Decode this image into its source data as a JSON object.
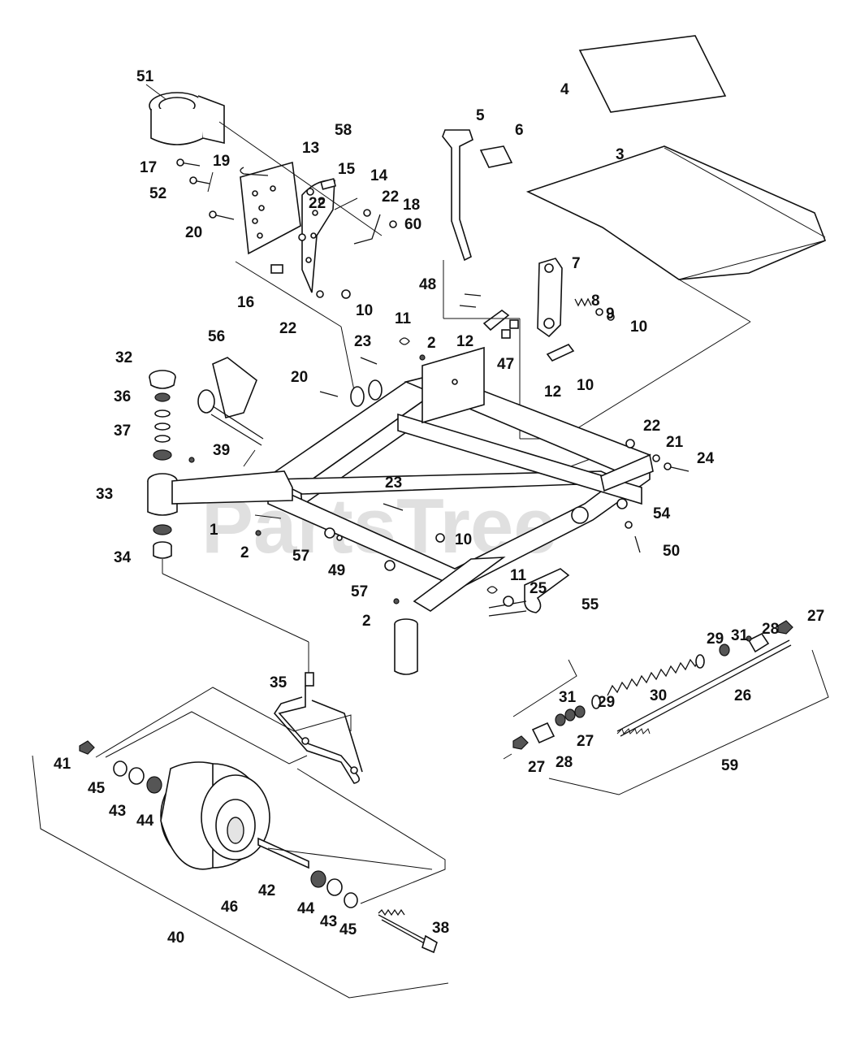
{
  "watermark": "PartsTree",
  "watermark_mark": "™",
  "colors": {
    "line": "#111111",
    "watermark": "#c8c8c8",
    "background": "#ffffff"
  },
  "callouts": [
    {
      "id": "c51",
      "text": "51"
    },
    {
      "id": "c58",
      "text": "58"
    },
    {
      "id": "c13",
      "text": "13"
    },
    {
      "id": "c17",
      "text": "17"
    },
    {
      "id": "c19",
      "text": "19"
    },
    {
      "id": "c15",
      "text": "15"
    },
    {
      "id": "c14",
      "text": "14"
    },
    {
      "id": "c52",
      "text": "52"
    },
    {
      "id": "c22a",
      "text": "22"
    },
    {
      "id": "c22b",
      "text": "22"
    },
    {
      "id": "c18",
      "text": "18"
    },
    {
      "id": "c60",
      "text": "60"
    },
    {
      "id": "c20a",
      "text": "20"
    },
    {
      "id": "c16",
      "text": "16"
    },
    {
      "id": "c10a",
      "text": "10"
    },
    {
      "id": "c22c",
      "text": "22"
    },
    {
      "id": "c4",
      "text": "4"
    },
    {
      "id": "c5",
      "text": "5"
    },
    {
      "id": "c6",
      "text": "6"
    },
    {
      "id": "c3",
      "text": "3"
    },
    {
      "id": "c7",
      "text": "7"
    },
    {
      "id": "c48",
      "text": "48"
    },
    {
      "id": "c8",
      "text": "8"
    },
    {
      "id": "c9",
      "text": "9"
    },
    {
      "id": "c10b",
      "text": "10"
    },
    {
      "id": "c11a",
      "text": "11"
    },
    {
      "id": "c2a",
      "text": "2"
    },
    {
      "id": "c12a",
      "text": "12"
    },
    {
      "id": "c47",
      "text": "47"
    },
    {
      "id": "c12b",
      "text": "12"
    },
    {
      "id": "c10c",
      "text": "10"
    },
    {
      "id": "c56",
      "text": "56"
    },
    {
      "id": "c23a",
      "text": "23"
    },
    {
      "id": "c32",
      "text": "32"
    },
    {
      "id": "c20b",
      "text": "20"
    },
    {
      "id": "c36",
      "text": "36"
    },
    {
      "id": "c37",
      "text": "37"
    },
    {
      "id": "c39",
      "text": "39"
    },
    {
      "id": "c33",
      "text": "33"
    },
    {
      "id": "c22d",
      "text": "22"
    },
    {
      "id": "c21",
      "text": "21"
    },
    {
      "id": "c24",
      "text": "24"
    },
    {
      "id": "c23b",
      "text": "23"
    },
    {
      "id": "c1",
      "text": "1"
    },
    {
      "id": "c54",
      "text": "54"
    },
    {
      "id": "c2b",
      "text": "2"
    },
    {
      "id": "c10d",
      "text": "10"
    },
    {
      "id": "c34",
      "text": "34"
    },
    {
      "id": "c57a",
      "text": "57"
    },
    {
      "id": "c49",
      "text": "49"
    },
    {
      "id": "c50",
      "text": "50"
    },
    {
      "id": "c57b",
      "text": "57"
    },
    {
      "id": "c11b",
      "text": "11"
    },
    {
      "id": "c25",
      "text": "25"
    },
    {
      "id": "c55",
      "text": "55"
    },
    {
      "id": "c2c",
      "text": "2"
    },
    {
      "id": "c27a",
      "text": "27"
    },
    {
      "id": "c28a",
      "text": "28"
    },
    {
      "id": "c31a",
      "text": "31"
    },
    {
      "id": "c29a",
      "text": "29"
    },
    {
      "id": "c35",
      "text": "35"
    },
    {
      "id": "c30",
      "text": "30"
    },
    {
      "id": "c26",
      "text": "26"
    },
    {
      "id": "c31b",
      "text": "31"
    },
    {
      "id": "c29b",
      "text": "29"
    },
    {
      "id": "c27b",
      "text": "27"
    },
    {
      "id": "c41",
      "text": "41"
    },
    {
      "id": "c28b",
      "text": "28"
    },
    {
      "id": "c27c",
      "text": "27"
    },
    {
      "id": "c59",
      "text": "59"
    },
    {
      "id": "c45a",
      "text": "45"
    },
    {
      "id": "c43a",
      "text": "43"
    },
    {
      "id": "c44a",
      "text": "44"
    },
    {
      "id": "c42",
      "text": "42"
    },
    {
      "id": "c46",
      "text": "46"
    },
    {
      "id": "c44b",
      "text": "44"
    },
    {
      "id": "c43b",
      "text": "43"
    },
    {
      "id": "c45b",
      "text": "45"
    },
    {
      "id": "c38",
      "text": "38"
    },
    {
      "id": "c40",
      "text": "40"
    }
  ]
}
